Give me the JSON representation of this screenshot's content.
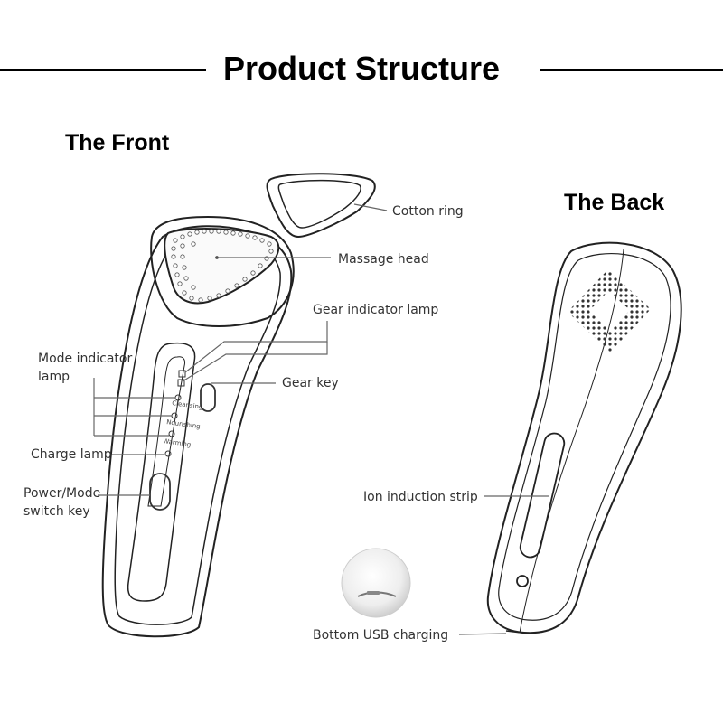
{
  "title": "Product Structure",
  "front": {
    "heading": "The Front",
    "labels": {
      "cotton_ring": "Cotton ring",
      "massage_head": "Massage head",
      "gear_indicator_lamp": "Gear indicator lamp",
      "gear_key": "Gear key",
      "mode_indicator_lamp": [
        "Mode indicator",
        "lamp"
      ],
      "charge_lamp": "Charge lamp",
      "power_mode_switch_key": [
        "Power/Mode",
        "switch key"
      ]
    },
    "panel_text": [
      "Cleansing",
      "Nourishing",
      "Warming"
    ]
  },
  "back": {
    "heading": "The Back",
    "labels": {
      "ion_induction_strip": "Ion induction strip",
      "bottom_usb_charging": "Bottom USB charging"
    }
  },
  "colors": {
    "text": "#333333",
    "line": "#555555",
    "heading": "#000000"
  }
}
